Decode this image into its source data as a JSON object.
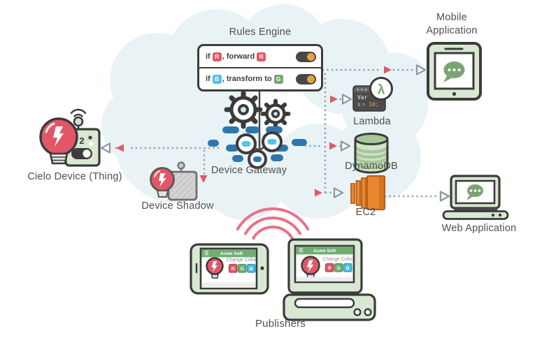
{
  "diagram_labels": {
    "rules_engine": "Rules Engine",
    "device_gateway": "Device Gateway",
    "cielo_device": "Cielo Device (Thing)",
    "device_shadow": "Device Shadow",
    "lambda": "Lambda",
    "dynamodb": "DynamoDB",
    "ec2": "EC2",
    "mobile_application": "Mobile Application",
    "web_application": "Web Application",
    "publishers": "Publishers"
  },
  "rules_engine": {
    "rules": [
      {
        "keyword": "if",
        "condition_badge": "R",
        "action_text": ", forward",
        "result_badge": "R",
        "enabled": true
      },
      {
        "keyword": "if",
        "condition_badge": "B",
        "action_text": ", transform to",
        "result_badge": "G",
        "enabled": true
      }
    ]
  },
  "cielo_device": {
    "counter": "2"
  },
  "lambda_icon": {
    "code_keyword": "Var",
    "code_var": "x",
    "code_value": "= 10;",
    "symbol": "λ"
  },
  "publisher_app": {
    "title": "Acme Soft",
    "action_label": "Change Color",
    "buttons": [
      "R",
      "G",
      "B"
    ]
  },
  "colors": {
    "cloud": "#e9f3f6",
    "accent_red": "#e25767",
    "badge_blue": "#4fc2ea",
    "badge_green": "#78a471",
    "toggle_orange": "#e8a33d",
    "device_green_fill": "#d9e8d2",
    "app_header_green": "#6fae72",
    "gateway_blue": "#2e77ae",
    "gateway_cyan": "#54c4ee",
    "ec2_orange": "#e8872e",
    "outline_dark": "#3b3b3b",
    "connector_gray": "#97a5af"
  }
}
